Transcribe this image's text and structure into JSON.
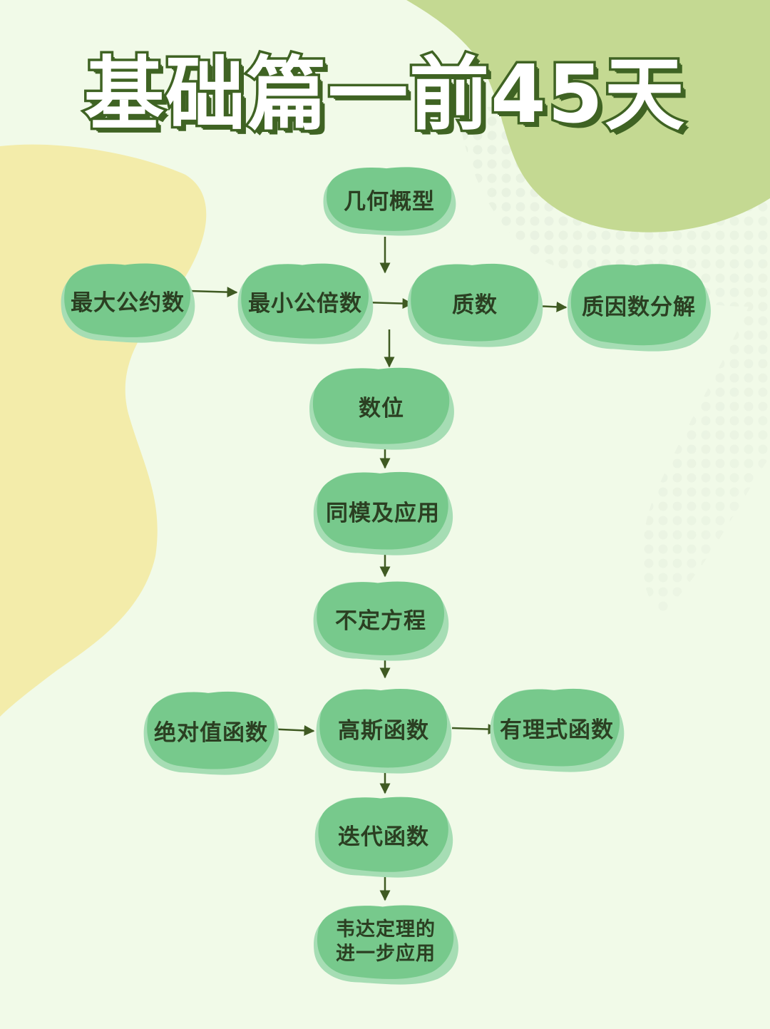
{
  "title": "基础篇一前45天",
  "colors": {
    "background": "#f1fae8",
    "blob_yellow": "#f3ecaa",
    "blob_green": "#c4d992",
    "dots": "#e4eedd",
    "title_fill": "#ffffff",
    "title_outline": "#3f6323",
    "node_fill": "#77c98c",
    "node_back": "#a6ddb4",
    "node_text": "#2b3f22",
    "arrow": "#3f5a22"
  },
  "nodes": [
    {
      "id": "jihe",
      "label": "几何概型"
    },
    {
      "id": "gongyue",
      "label": "最大公约数"
    },
    {
      "id": "gongbei",
      "label": "最小公倍数"
    },
    {
      "id": "zhishu",
      "label": "质数"
    },
    {
      "id": "fenjie",
      "label": "质因数分解"
    },
    {
      "id": "shuwei",
      "label": "数位"
    },
    {
      "id": "tongmo",
      "label": "同模及应用"
    },
    {
      "id": "budingfangcheng",
      "label": "不定方程"
    },
    {
      "id": "jueduizhi",
      "label": "绝对值函数"
    },
    {
      "id": "gaosi",
      "label": "高斯函数"
    },
    {
      "id": "youli",
      "label": "有理式函数"
    },
    {
      "id": "diedai",
      "label": "迭代函数"
    },
    {
      "id": "weida",
      "label": "韦达定理的\n进一步应用"
    }
  ],
  "edges": [
    {
      "from": "jihe",
      "to": "gongbei"
    },
    {
      "from": "gongyue",
      "to": "gongbei"
    },
    {
      "from": "gongbei",
      "to": "zhishu"
    },
    {
      "from": "zhishu",
      "to": "fenjie"
    },
    {
      "from": "zhishu",
      "to": "shuwei"
    },
    {
      "from": "shuwei",
      "to": "tongmo"
    },
    {
      "from": "tongmo",
      "to": "budingfangcheng"
    },
    {
      "from": "budingfangcheng",
      "to": "gaosi"
    },
    {
      "from": "jueduizhi",
      "to": "gaosi"
    },
    {
      "from": "gaosi",
      "to": "youli"
    },
    {
      "from": "gaosi",
      "to": "diedai"
    },
    {
      "from": "diedai",
      "to": "weida"
    }
  ]
}
